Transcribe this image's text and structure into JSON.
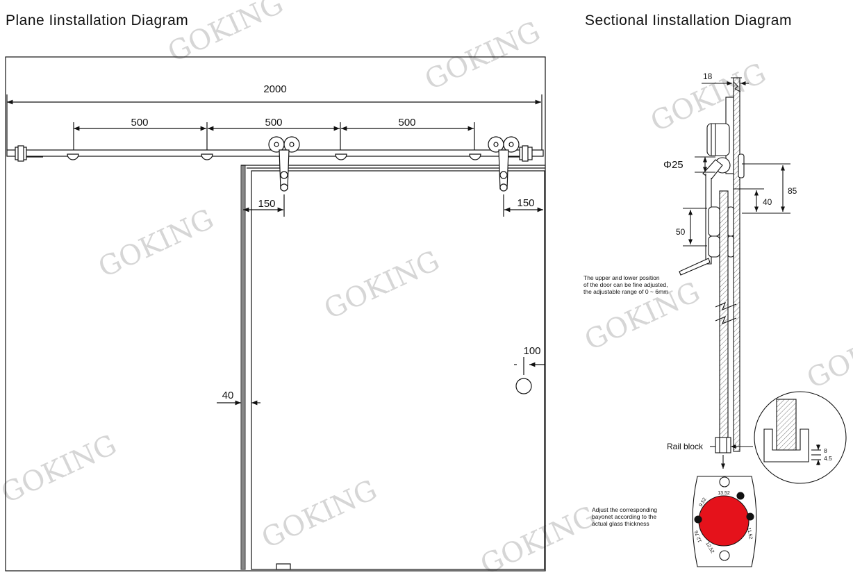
{
  "titles": {
    "plane": "Plane  Iinstallation  Diagram",
    "sectional": "Sectional  Iinstallation  Diagram"
  },
  "watermark": "GOKING",
  "plane": {
    "dim_total": "2000",
    "dim_spacing_1": "500",
    "dim_spacing_2": "500",
    "dim_spacing_3": "500",
    "dim_left_offset": "150",
    "dim_right_offset": "150",
    "dim_handle_offset": "100",
    "dim_gap": "40"
  },
  "section": {
    "dim_top": "18",
    "dim_wheel": "Φ25",
    "dim_85": "85",
    "dim_40": "40",
    "dim_50": "50",
    "adjust_note": [
      "The upper and lower position",
      "of the door can be fine adjusted,",
      "the adjustable range of 0 ~ 6mm"
    ],
    "rail_block": "Rail block",
    "detail_8": "8",
    "detail_45": "4.5",
    "bayonet_note": [
      "Adjust the corresponding",
      "bayonet according to the",
      "actual glass thickness"
    ],
    "bayonet_labels": [
      "13.52",
      "9.52",
      "11.52",
      "12.76",
      "12.52"
    ]
  },
  "colors": {
    "line": "#111111",
    "watermark": "#d6d6d6",
    "bayonet": "#e5121b",
    "wall": "#888888"
  }
}
